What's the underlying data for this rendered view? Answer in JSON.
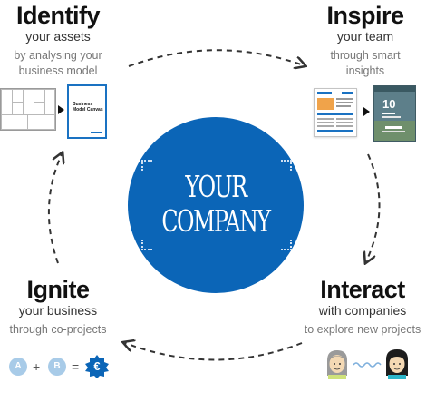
{
  "identify": {
    "heading": "Identify",
    "subheading": "your assets",
    "description_lines": [
      "by analysing your",
      "business model"
    ],
    "document_label_lines": [
      "Business",
      "Model Canvas"
    ]
  },
  "inspire": {
    "heading": "Inspire",
    "subheading": "your team",
    "description_lines": [
      "through smart",
      "insights"
    ],
    "magazine_number": "10"
  },
  "center": {
    "lines": [
      "YOUR",
      "COMPANY"
    ],
    "color": "#0b65b7"
  },
  "ignite": {
    "heading": "Ignite",
    "subheading": "your business",
    "description": "through co-projects",
    "equation": {
      "left": "A",
      "plus": "+",
      "right": "B",
      "equals": "=",
      "result_symbol": "€"
    }
  },
  "interact": {
    "heading": "Interact",
    "subheading": "with companies",
    "description": "to explore new projects"
  },
  "colors": {
    "accent_blue": "#0b65b7",
    "badge_blue": "#a8cbe8",
    "arrow": "#333333"
  },
  "icons": [
    "canvas-grid-icon",
    "business-model-canvas-doc-icon",
    "insights-document-icon",
    "magazine-icon",
    "euro-seal-icon",
    "person-face-icon",
    "wave-connection-icon"
  ]
}
